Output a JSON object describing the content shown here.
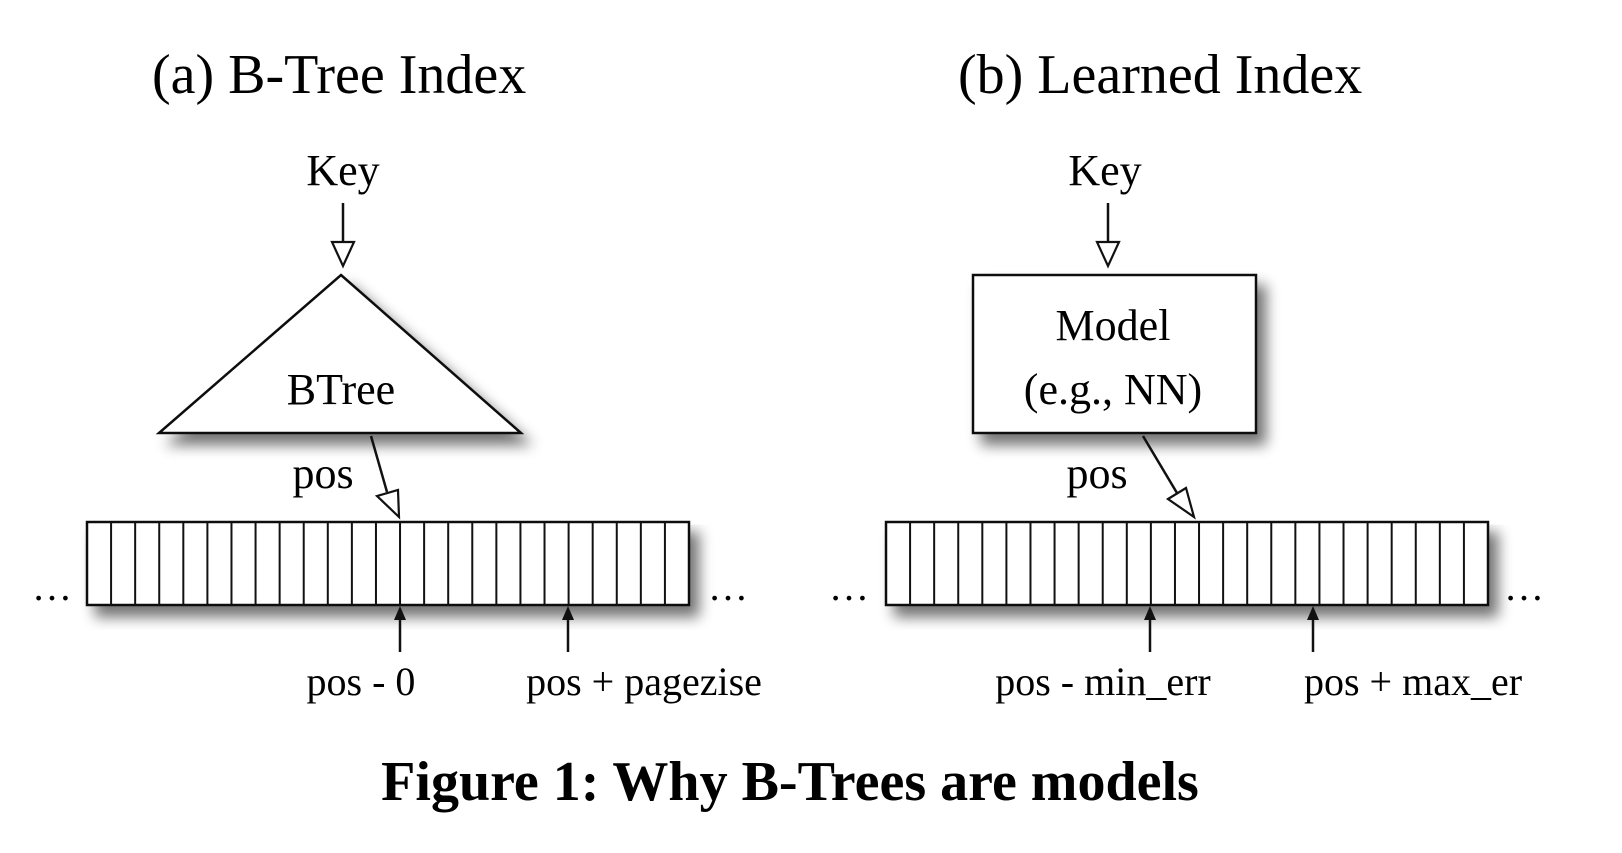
{
  "panel_a": {
    "title": "(a) B-Tree Index",
    "key_label": "Key",
    "node_label": "BTree",
    "pos_label": "pos",
    "ellipsis_left": "…",
    "ellipsis_right": "…",
    "marker_left_label": "pos - 0",
    "marker_right_label": "pos + pagezise"
  },
  "panel_b": {
    "title": "(b) Learned Index",
    "key_label": "Key",
    "node_label_line1": "Model",
    "node_label_line2": "(e.g., NN)",
    "pos_label": "pos",
    "ellipsis_left": "…",
    "ellipsis_right": "…",
    "marker_left_label": "pos - min_err",
    "marker_right_label": "pos + max_er"
  },
  "caption": "Figure 1: Why B-Trees are models",
  "colors": {
    "stroke": "#111111",
    "fill": "#ffffff",
    "shadow": "#9a9a9a",
    "text": "#111111"
  }
}
